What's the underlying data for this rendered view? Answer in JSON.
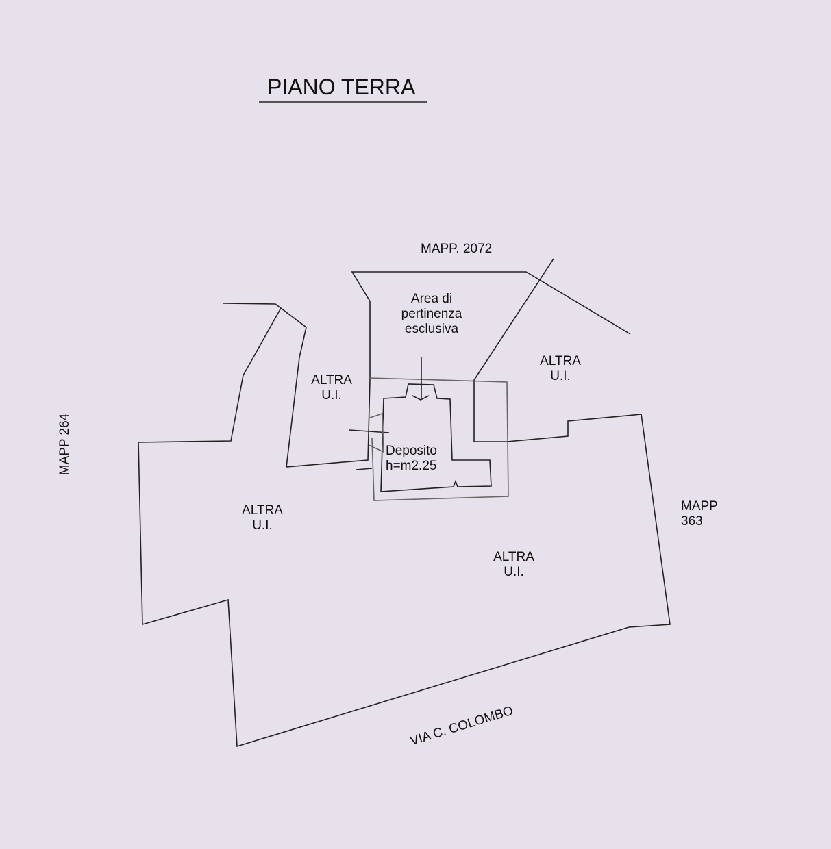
{
  "title": "PIANO TERRA",
  "labels": {
    "mapp_2072": "MAPP. 2072",
    "area_line1": "Area di",
    "area_line2": "pertinenza",
    "area_line3": "esclusiva",
    "altra_ui_top_right_1": "ALTRA",
    "altra_ui_top_right_2": "U.I.",
    "altra_ui_mid_left_1": "ALTRA",
    "altra_ui_mid_left_2": "U.I.",
    "deposito_1": "Deposito",
    "deposito_2": "h=m2.25",
    "altra_ui_left_1": "ALTRA",
    "altra_ui_left_2": "U.I.",
    "altra_ui_bottom_1": "ALTRA",
    "altra_ui_bottom_2": "U.I.",
    "mapp_264": "MAPP 264",
    "mapp_363_1": "MAPP",
    "mapp_363_2": "363",
    "street": "VIA C. COLOMBO"
  },
  "colors": {
    "background": "#e6e1ea",
    "lines": "#222222"
  }
}
